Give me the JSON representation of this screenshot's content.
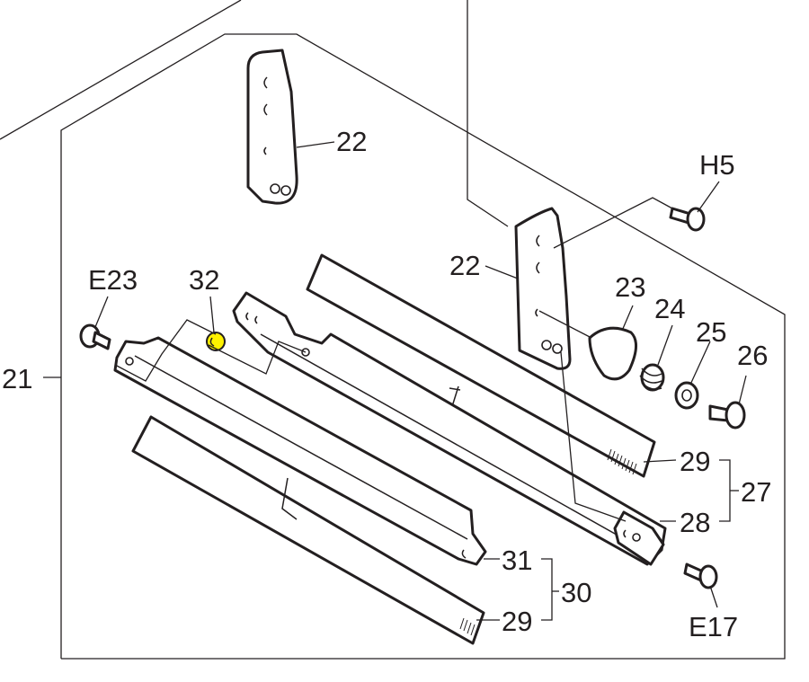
{
  "labels": {
    "l21": "21",
    "l22a": "22",
    "l22b": "22",
    "lH5": "H5",
    "lE23": "E23",
    "l32": "32",
    "l23": "23",
    "l24": "24",
    "l25": "25",
    "l26": "26",
    "l29a": "29",
    "l27": "27",
    "l28": "28",
    "l31": "31",
    "l30": "30",
    "l29b": "29",
    "lE17": "E17"
  },
  "colors": {
    "line": "#231f20",
    "highlight": "#fff200",
    "background": "#ffffff"
  }
}
